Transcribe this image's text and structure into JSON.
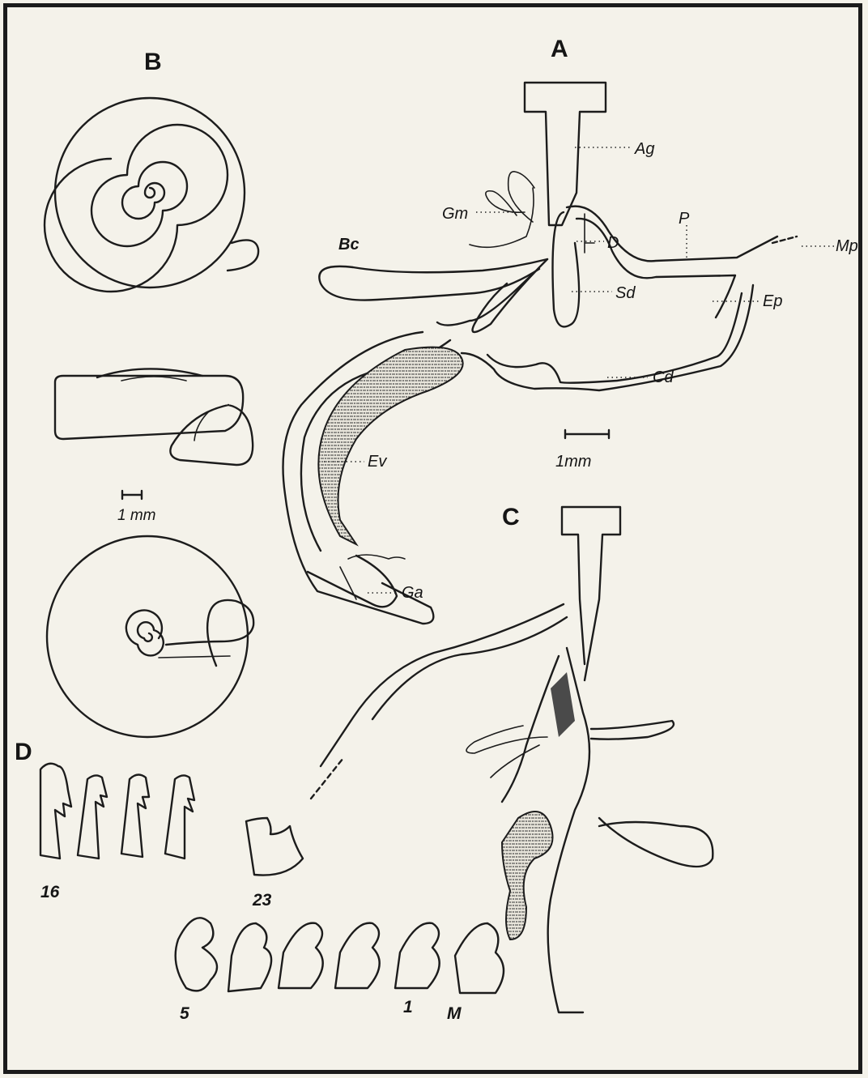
{
  "panels": {
    "a": "A",
    "b": "B",
    "c": "C",
    "d": "D"
  },
  "labels": {
    "ag": "Ag",
    "gm": "Gm",
    "bc": "Bc",
    "d": "D",
    "p": "P",
    "mp": "Mp",
    "sd": "Sd",
    "ep": "Ep",
    "cd": "Cd",
    "ev": "Ev",
    "ga": "Ga"
  },
  "scales": {
    "a": "1mm",
    "b": "1 mm"
  },
  "tooth_numbers": {
    "n16": "16",
    "n23": "23",
    "n5": "5",
    "n1": "1",
    "m": "M"
  }
}
